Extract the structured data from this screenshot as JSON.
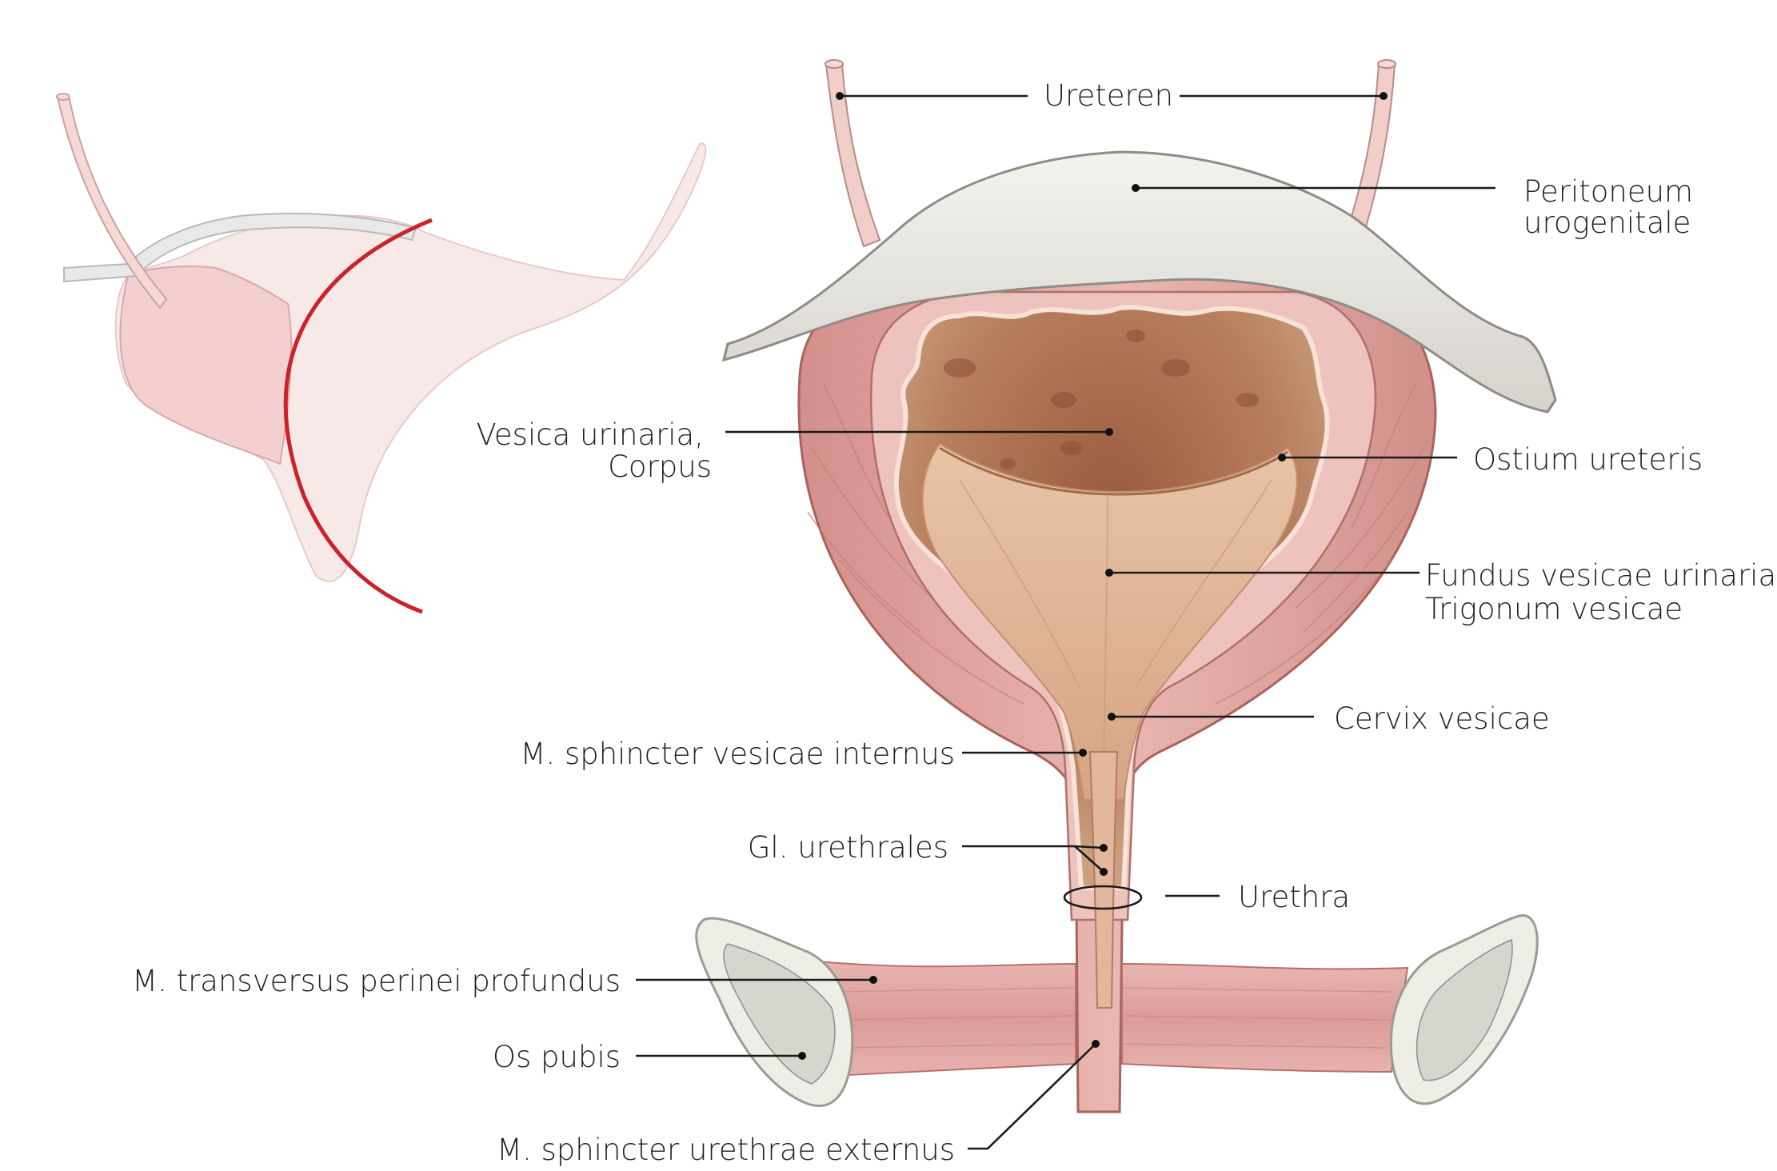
{
  "diagram": {
    "labels": {
      "ureteren": "Ureteren",
      "peritoneum_1": "Peritoneum",
      "peritoneum_2": "urogenitale",
      "vesica_1": "Vesica urinaria,",
      "vesica_2": "Corpus",
      "ostium": "Ostium ureteris",
      "fundus_1": "Fundus vesicae urinariae,",
      "fundus_2": "Trigonum vesicae",
      "cervix": "Cervix vesicae",
      "sphincter_internus": "M. sphincter vesicae internus",
      "gl_urethrales": "Gl. urethrales",
      "urethra": "Urethra",
      "transversus": "M. transversus perinei profundus",
      "os_pubis": "Os pubis",
      "sphincter_externus": "M. sphincter urethrae externus"
    },
    "colors": {
      "muscle": "#e2a7a2",
      "muscle_dark": "#c77a75",
      "mucosa": "#b07356",
      "trigone": "#dcb395",
      "peritoneum": "#e6e4df",
      "bone": "#eeede6",
      "section_line": "#cc2229",
      "thumbnail_pink": "#f3d3d3"
    }
  }
}
